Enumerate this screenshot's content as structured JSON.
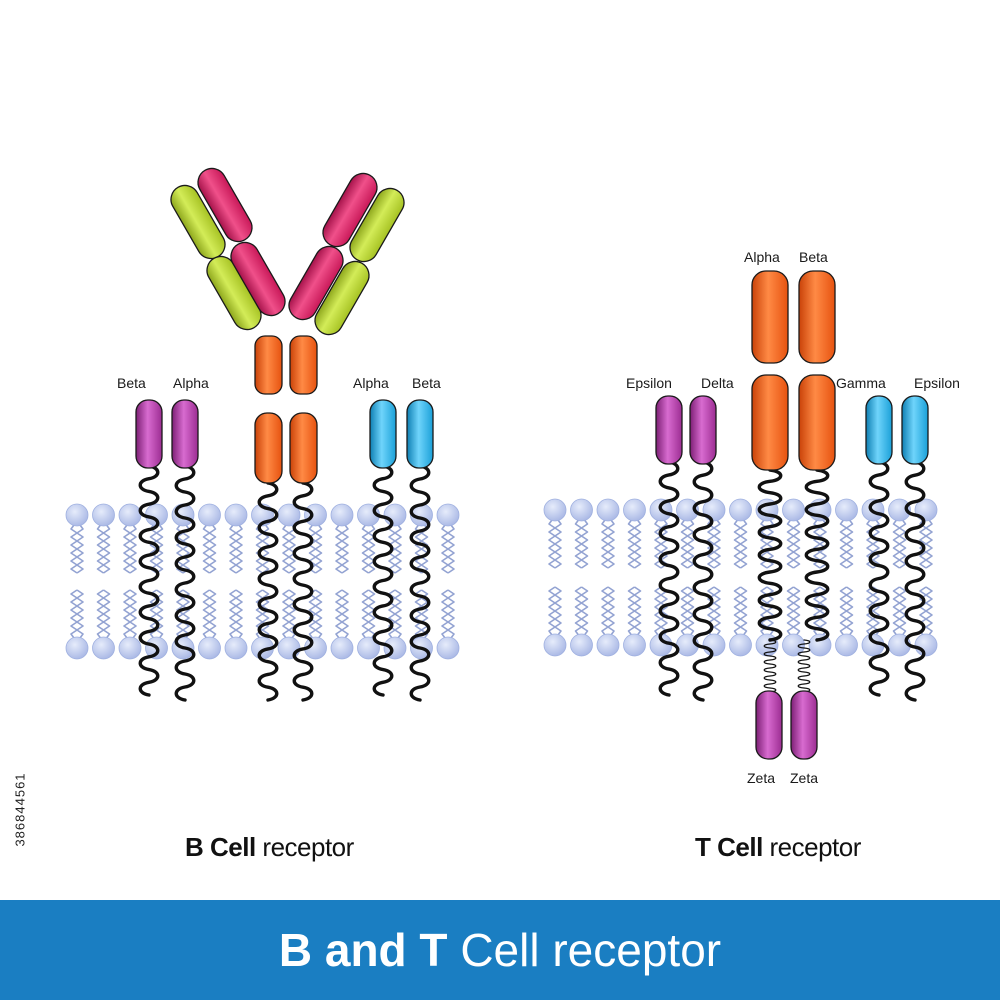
{
  "b_cell": {
    "membrane_label_left": "Beta",
    "label_beta_left": "Beta",
    "label_alpha_left": "Alpha",
    "label_alpha_right": "Alpha",
    "label_beta_right": "Beta",
    "caption_bold": "B Cell",
    "caption_rest": " receptor"
  },
  "t_cell": {
    "label_alpha_top": "Alpha",
    "label_beta_top": "Beta",
    "label_epsilon_left": "Epsilon",
    "label_delta": "Delta",
    "label_gamma": "Gamma",
    "label_epsilon_right": "Epsilon",
    "label_zeta_left": "Zeta",
    "label_zeta_right": "Zeta",
    "caption_bold": "T Cell",
    "caption_rest": " receptor"
  },
  "banner": {
    "title_bold": "B and T",
    "title_rest": " Cell receptor"
  },
  "stock_id": "386844561",
  "colors": {
    "lime": "#b5d42c",
    "crimson": "#d81e5f",
    "orange": "#ee5a14",
    "magenta": "#a8329a",
    "cyan": "#1aa6dd",
    "membrane_head": "#b5c3ea",
    "membrane_tail": "#8f9fcf",
    "banner": "#1a7ec2"
  }
}
